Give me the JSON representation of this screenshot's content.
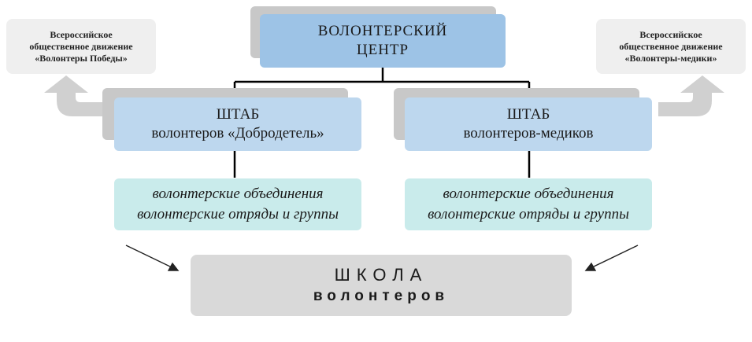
{
  "center": {
    "line1": "ВОЛОНТЕРСКИЙ",
    "line2": "ЦЕНТР"
  },
  "left_movement": {
    "line1": "Всероссийское",
    "line2": "общественное движение",
    "line3": "«Волонтеры Победы»"
  },
  "right_movement": {
    "line1": "Всероссийское",
    "line2": "общественное движение",
    "line3": "«Волонтеры-медики»"
  },
  "left_hq": {
    "line1": "ШТАБ",
    "line2": "волонтеров «Добродетель»"
  },
  "right_hq": {
    "line1": "ШТАБ",
    "line2": "волонтеров-медиков"
  },
  "left_units": {
    "line1": "волонтерские объединения",
    "line2": "волонтерские отряды и группы"
  },
  "right_units": {
    "line1": "волонтерские объединения",
    "line2": "волонтерские отряды и группы"
  },
  "school": {
    "line1": "ШКОЛА",
    "line2": "волонтеров"
  }
}
